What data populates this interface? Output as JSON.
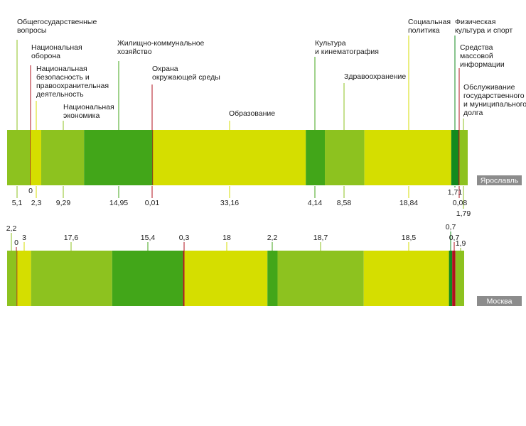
{
  "chart_data": {
    "type": "bar",
    "orientation": "horizontal-stacked-100",
    "categories": [
      "Общегосударственные вопросы",
      "Национальная оборона",
      "Национальная безопасность и правоохранительная деятельность",
      "Национальная экономика",
      "Жилищно-коммунальное хозяйство",
      "Охрана окружающей среды",
      "Образование",
      "Культура и кинематография",
      "Здравоохранение",
      "Социальная политика",
      "Физическая культура и спорт",
      "Средства массовой информации",
      "Обслуживание государственного и муниципального долга"
    ],
    "colors": [
      "#8dc21f",
      "#b0111e",
      "#d5de00",
      "#8dc21f",
      "#42a619",
      "#b0111e",
      "#d5de00",
      "#42a619",
      "#8dc21f",
      "#d5de00",
      "#128a1e",
      "#b0111e",
      "#8dc21f"
    ],
    "series": [
      {
        "name": "Ярославль",
        "values": [
          5.1,
          0,
          2.3,
          9.29,
          14.95,
          0.01,
          33.16,
          4.14,
          8.58,
          18.84,
          1.71,
          0.08,
          1.79
        ],
        "labels": [
          "5,1",
          "0",
          "2,3",
          "9,29",
          "14,95",
          "0,01",
          "33,16",
          "4,14",
          "8,58",
          "18,84",
          "1,71",
          "0,08",
          "1,79"
        ]
      },
      {
        "name": "Москва",
        "values": [
          2.2,
          0,
          3,
          17.6,
          15.4,
          0.3,
          18,
          2.2,
          18.7,
          18.5,
          0.7,
          0.7,
          1.9
        ],
        "labels": [
          "2,2",
          "0",
          "3",
          "17,6",
          "15,4",
          "0,3",
          "18",
          "2,2",
          "18,7",
          "18,5",
          "0,7",
          "0,7",
          "1,9"
        ]
      }
    ],
    "category_labels_lines": [
      [
        "Общегосударственные",
        "вопросы"
      ],
      [
        "Национальная",
        "оборона"
      ],
      [
        "Национальная",
        "безопасность и",
        "правоохранительная",
        "деятельность"
      ],
      [
        "Национальная",
        "экономика"
      ],
      [
        "Жилищно-коммунальное",
        "хозяйство"
      ],
      [
        "Охрана",
        "окружающей среды"
      ],
      [
        "Образование"
      ],
      [
        "Культура",
        "и кинематография"
      ],
      [
        "Здравоохранение"
      ],
      [
        "Социальная",
        "политика"
      ],
      [
        "Физическая",
        "культура и спорт"
      ],
      [
        "Средства",
        "массовой",
        "информации"
      ],
      [
        "Обслуживание",
        "государственного",
        "и муниципального",
        "долга"
      ]
    ],
    "city_labels": [
      "Ярославль",
      "Москва"
    ]
  }
}
